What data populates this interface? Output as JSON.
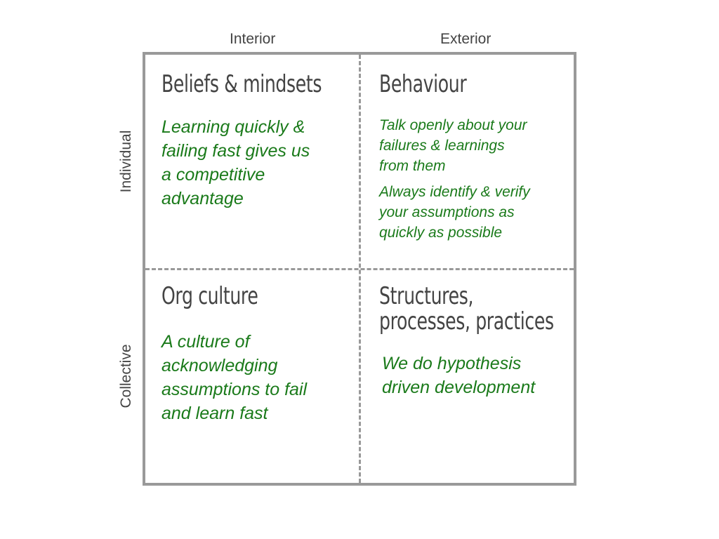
{
  "axes": {
    "interior": "Interior",
    "exterior": "Exterior",
    "individual": "Individual",
    "collective": "Collective"
  },
  "quadrants": {
    "top_left": {
      "title": "Beliefs & mindsets",
      "lines": [
        "Learning quickly &",
        "failing fast gives us",
        "a competitive",
        "advantage"
      ]
    },
    "top_right": {
      "title": "Behaviour",
      "item1_lines": [
        "Talk openly about your",
        "failures & learnings",
        "from them"
      ],
      "item2_lines": [
        "Always identify & verify",
        "your assumptions as",
        "quickly as possible"
      ]
    },
    "bottom_left": {
      "title": "Org culture",
      "lines": [
        "A culture of",
        "acknowledging",
        "assumptions to fail",
        "and learn fast"
      ]
    },
    "bottom_right": {
      "title_lines": [
        "Structures,",
        "processes, practices"
      ],
      "lines": [
        "We do hypothesis",
        "driven development"
      ]
    }
  }
}
